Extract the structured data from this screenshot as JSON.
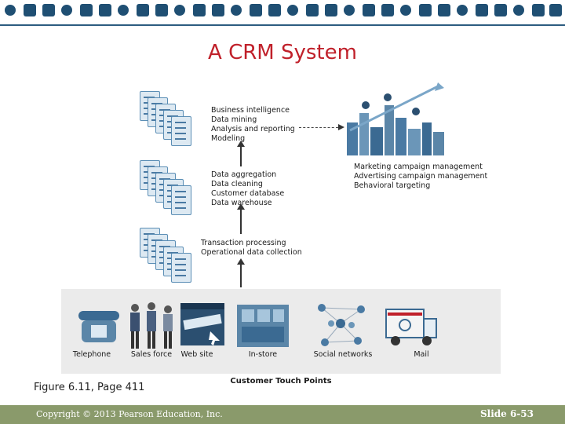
{
  "slide": {
    "title": "A CRM System",
    "figure_caption": "Figure 6.11, Page 411",
    "copyright": "Copyright © 2013 Pearson Education, Inc.",
    "slide_number": "Slide 6-53"
  },
  "diagram": {
    "layers": [
      {
        "lines": [
          "Business intelligence",
          "Data mining",
          "Analysis and reporting",
          "Modeling"
        ]
      },
      {
        "lines": [
          "Data aggregation",
          "Data cleaning",
          "Customer database",
          "Data warehouse"
        ]
      },
      {
        "lines": [
          "Transaction processing",
          "Operational data collection"
        ]
      }
    ],
    "outputs": [
      "Marketing campaign management",
      "Advertising campaign management",
      "Behavioral targeting"
    ],
    "touch_points_title": "Customer Touch Points",
    "touch_points": [
      "Telephone",
      "Sales force",
      "Web site",
      "In-store",
      "Social networks",
      "Mail"
    ]
  },
  "colors": {
    "title": "#c0202a",
    "footer": "#8a9a6b",
    "banner": "#1f4f73",
    "strip": "#ebebeb"
  }
}
